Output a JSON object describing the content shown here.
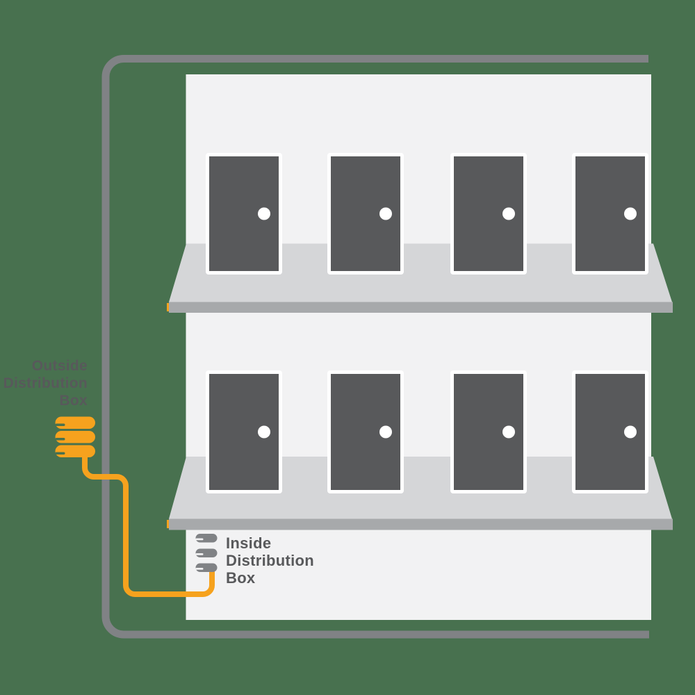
{
  "diagram": {
    "type": "fiber-distribution-building-diagram",
    "outside_box": {
      "label_lines": [
        "Outside",
        "Distribution",
        "Box"
      ]
    },
    "inside_box": {
      "label_lines": [
        "Inside",
        "Distribution",
        "Box"
      ]
    },
    "building": {
      "floors": 2,
      "doors_per_floor": 4,
      "total_doors": 8
    }
  },
  "colors": {
    "background": "#48714F",
    "building_facade": "#F2F2F3",
    "floor_slab": "#D5D6D8",
    "floor_slab_edge": "#A7A9AB",
    "door_gray": "#58595B",
    "door_frame_white": "#FFFFFF",
    "conduit_gray": "#808285",
    "cable_orange": "#F6A21E",
    "label_text": "#58595B"
  }
}
